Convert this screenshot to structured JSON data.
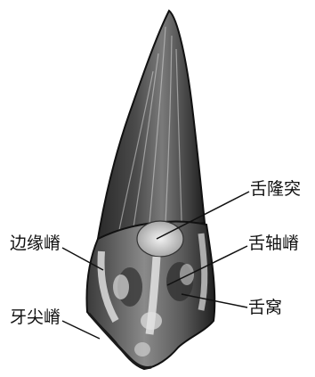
{
  "diagram": {
    "labels": {
      "lingual_tubercle": "舌隆突",
      "lingual_axial_ridge": "舌轴嵴",
      "lingual_fossa": "舌窝",
      "marginal_ridge": "边缘嵴",
      "cusp_ridge": "牙尖嵴"
    }
  }
}
